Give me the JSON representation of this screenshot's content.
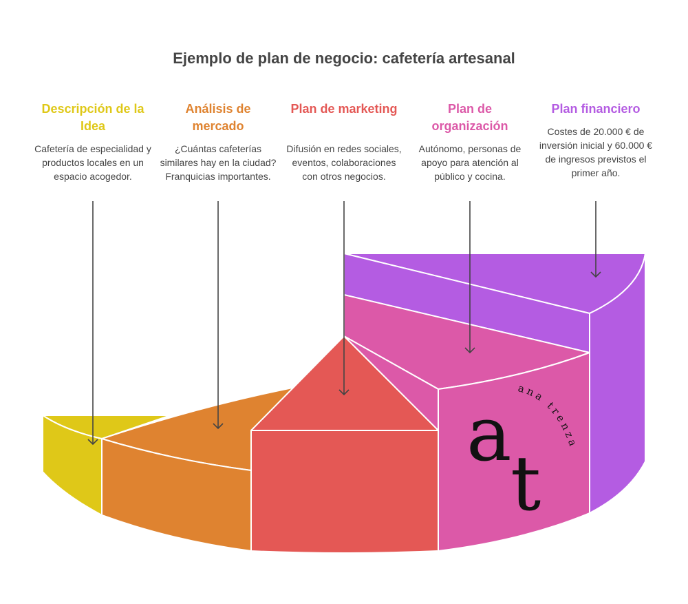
{
  "title": "Ejemplo de plan de negocio: cafetería artesanal",
  "sections": [
    {
      "heading": "Descripción de la Idea",
      "text": "Cafetería de especialidad y productos locales en un espacio acogedor.",
      "color": "#dfc818"
    },
    {
      "heading": "Análisis de mercado",
      "text": "¿Cuántas cafeterías similares hay en la ciudad? Franquicias importantes.",
      "color": "#df8330"
    },
    {
      "heading": "Plan de marketing",
      "text": "Difusión en redes sociales, eventos, colaboraciones con otros negocios.",
      "color": "#e45855"
    },
    {
      "heading": "Plan de organización",
      "text": "Autónomo, personas de apoyo para atención al público y cocina.",
      "color": "#dc59a8"
    },
    {
      "heading": "Plan financiero",
      "text": "Costes de 20.000 € de inversión inicial y 60.000 € de ingresos previstos el primer año.",
      "color": "#b45ce2"
    }
  ],
  "logo": {
    "monogram": "at",
    "text": "ana trenza"
  }
}
